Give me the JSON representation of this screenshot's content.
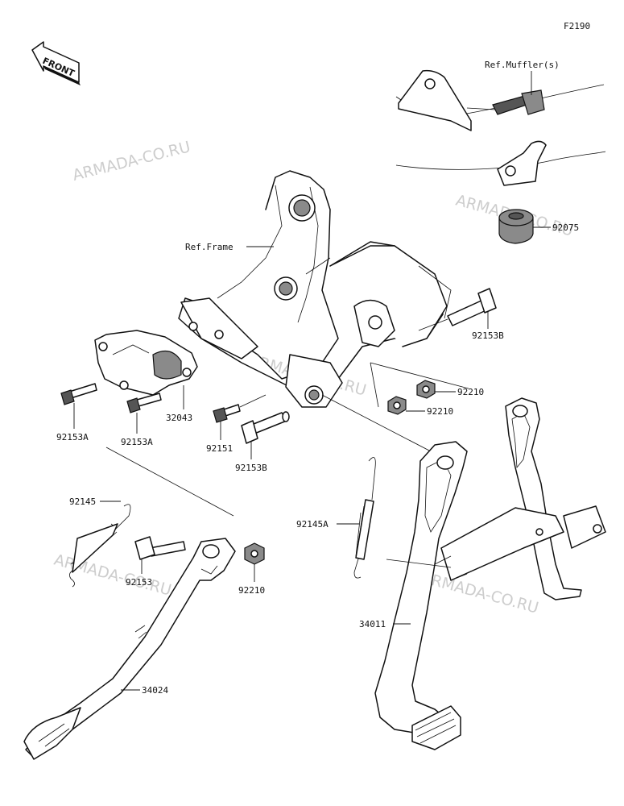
{
  "figure_id": "F2190",
  "front_label": "FRONT",
  "watermark": "ARMADA-CO.RU",
  "refs": {
    "mufflers": "Ref.Muffler(s)",
    "frame": "Ref.Frame"
  },
  "parts": {
    "p92075": "92075",
    "p92153B_top": "92153B",
    "p92210_a": "92210",
    "p92210_b": "92210",
    "p92153A_left": "92153A",
    "p92153A_mid": "92153A",
    "p32043": "32043",
    "p92151": "92151",
    "p92153B_low": "92153B",
    "p92145": "92145",
    "p92145A": "92145A",
    "p92153": "92153",
    "p92210_c": "92210",
    "p34011": "34011",
    "p34024": "34024"
  }
}
